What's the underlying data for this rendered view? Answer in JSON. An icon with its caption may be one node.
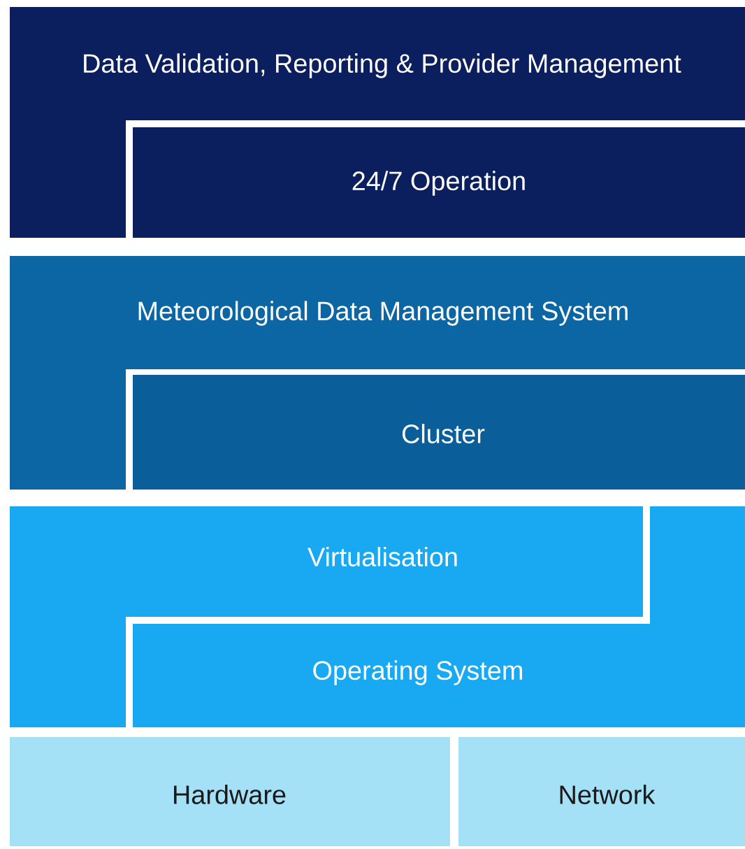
{
  "diagram": {
    "nodes": [
      {
        "text": [
          "Data Validation, Reporting & Provider Management"
        ]
      },
      {
        "text": [
          "24/7 Operation"
        ]
      },
      {
        "text": [
          "Meteorological Data Management System"
        ]
      },
      {
        "text": [
          "Cluster"
        ]
      },
      {
        "text": [
          "Virtualisation"
        ]
      },
      {
        "text": [
          "Operating System"
        ]
      },
      {
        "text": [
          "Hardware"
        ]
      },
      {
        "text": [
          "Network"
        ]
      }
    ]
  }
}
